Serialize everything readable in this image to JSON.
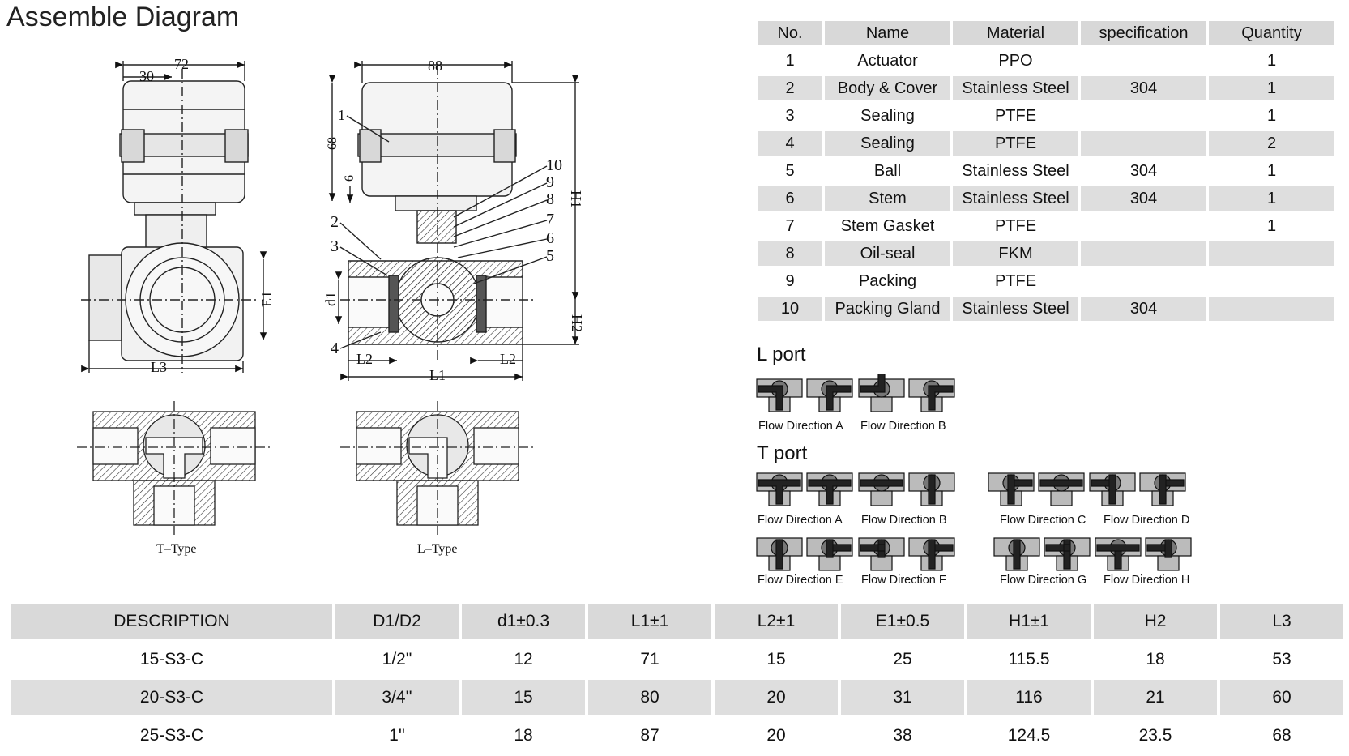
{
  "title": "Assemble Diagram",
  "parts_table": {
    "headers": [
      "No.",
      "Name",
      "Material",
      "specification",
      "Quantity"
    ],
    "rows": [
      [
        "1",
        "Actuator",
        "PPO",
        "",
        "1"
      ],
      [
        "2",
        "Body & Cover",
        "Stainless Steel",
        "304",
        "1"
      ],
      [
        "3",
        "Sealing",
        "PTFE",
        "",
        "1"
      ],
      [
        "4",
        "Sealing",
        "PTFE",
        "",
        "2"
      ],
      [
        "5",
        "Ball",
        "Stainless Steel",
        "304",
        "1"
      ],
      [
        "6",
        "Stem",
        "Stainless Steel",
        "304",
        "1"
      ],
      [
        "7",
        "Stem Gasket",
        "PTFE",
        "",
        "1"
      ],
      [
        "8",
        "Oil-seal",
        "FKM",
        "",
        ""
      ],
      [
        "9",
        "Packing",
        "PTFE",
        "",
        ""
      ],
      [
        "10",
        "Packing Gland",
        "Stainless Steel",
        "304",
        ""
      ]
    ]
  },
  "l_port": {
    "title": "L  port",
    "labels": [
      "Flow Direction A",
      "Flow Direction B"
    ]
  },
  "t_port": {
    "title": "T  port",
    "labels": [
      "Flow Direction A",
      "Flow Direction B",
      "Flow Direction C",
      "Flow Direction D",
      "Flow Direction E",
      "Flow Direction F",
      "Flow Direction G",
      "Flow Direction H"
    ]
  },
  "drawing_labels": {
    "dim_72": "72",
    "dim_30": "30",
    "dim_88": "88",
    "dim_68": "68",
    "dim_6": "6",
    "E1": "E1",
    "L3": "L3",
    "H1": "H1",
    "H2": "H2",
    "d1": "d1",
    "L1": "L1",
    "L2a": "L2",
    "L2b": "L2",
    "callouts": [
      "1",
      "2",
      "3",
      "4",
      "5",
      "6",
      "7",
      "8",
      "9",
      "10"
    ],
    "t_type": "T–Type",
    "l_type": "L–Type"
  },
  "spec_table": {
    "headers": [
      "DESCRIPTION",
      "D1/D2",
      "d1±0.3",
      "L1±1",
      "L2±1",
      "E1±0.5",
      "H1±1",
      "H2",
      "L3"
    ],
    "rows": [
      [
        "15-S3-C",
        "1/2\"",
        "12",
        "71",
        "15",
        "25",
        "115.5",
        "18",
        "53"
      ],
      [
        "20-S3-C",
        "3/4''",
        "15",
        "80",
        "20",
        "31",
        "116",
        "21",
        "60"
      ],
      [
        "25-S3-C",
        "1''",
        "18",
        "87",
        "20",
        "38",
        "124.5",
        "23.5",
        "68"
      ]
    ]
  }
}
